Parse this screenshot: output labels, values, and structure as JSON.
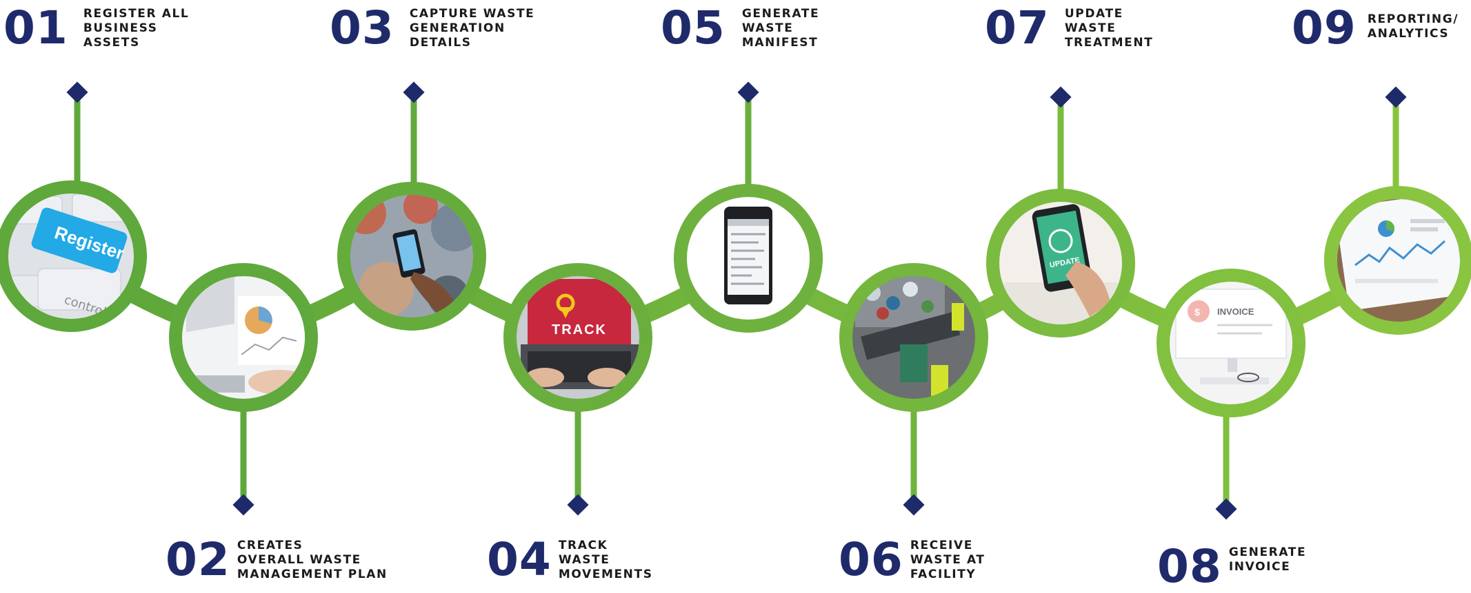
{
  "colors": {
    "green_dark": "#5ea83c",
    "green_light": "#8cc63f",
    "navy": "#1f2a6b"
  },
  "steps": [
    {
      "number": "01",
      "title": "REGISTER ALL\nBUSINESS\nASSETS",
      "image": "register-keyboard-photo",
      "image_text": "Register"
    },
    {
      "number": "02",
      "title": "CREATES\nOVERALL WASTE\nMANAGEMENT PLAN",
      "image": "laptop-charts-photo"
    },
    {
      "number": "03",
      "title": "CAPTURE WASTE\nGENERATION\nDETAILS",
      "image": "hand-holding-phone-photo"
    },
    {
      "number": "04",
      "title": "TRACK\nWASTE\nMOVEMENTS",
      "image": "laptop-track-photo",
      "image_text": "TRACK"
    },
    {
      "number": "05",
      "title": "GENERATE\nWASTE\nMANIFEST",
      "image": "smartphone-manifest-photo"
    },
    {
      "number": "06",
      "title": "RECEIVE\nWASTE AT\nFACILITY",
      "image": "waste-facility-photo"
    },
    {
      "number": "07",
      "title": "UPDATE\nWASTE\nTREATMENT",
      "image": "phone-update-photo",
      "image_text": "UPDATE"
    },
    {
      "number": "08",
      "title": "GENERATE\nINVOICE",
      "image": "monitor-invoice-photo",
      "image_text": "INVOICE"
    },
    {
      "number": "09",
      "title": "REPORTING/\nANALYTICS",
      "image": "tablet-analytics-photo"
    }
  ]
}
